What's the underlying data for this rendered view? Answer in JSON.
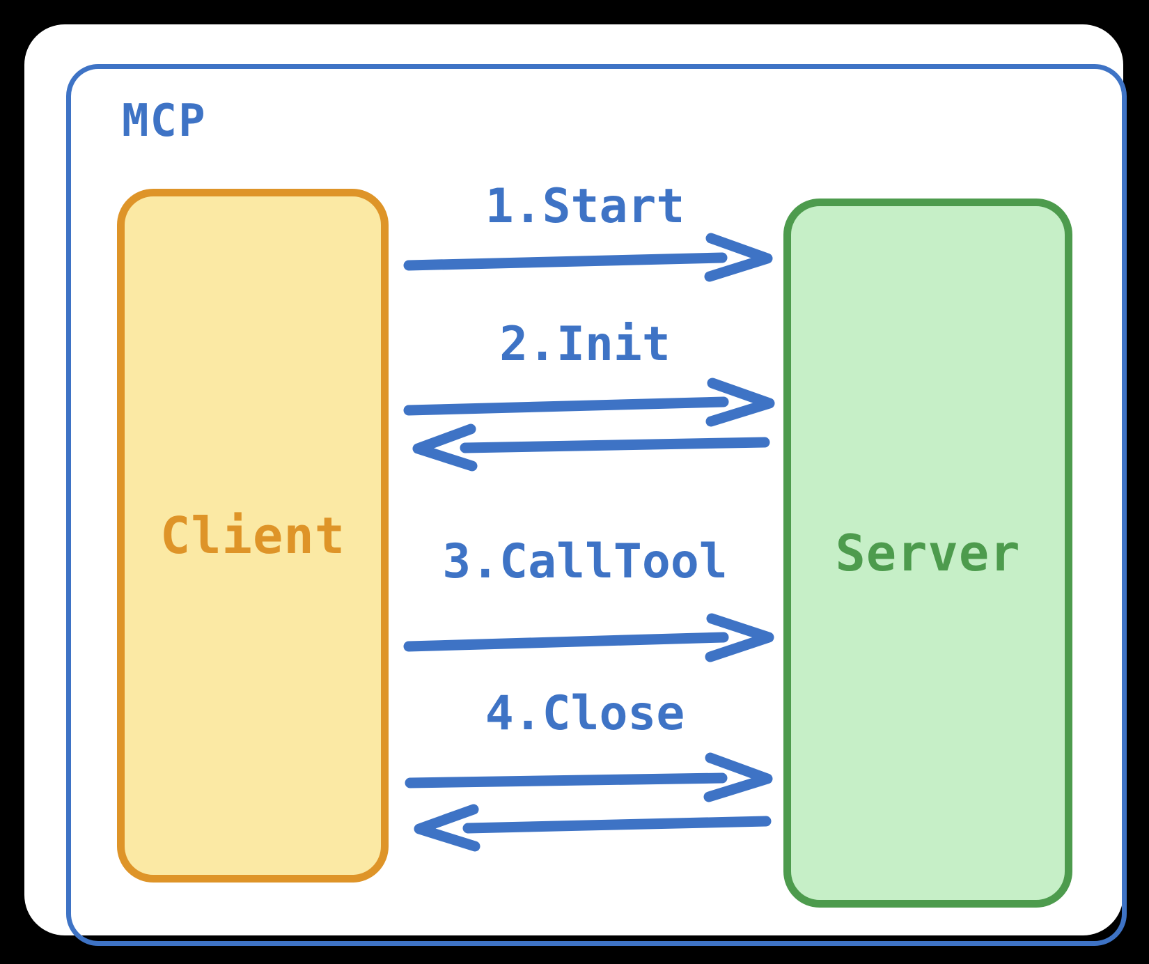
{
  "title": "MCP",
  "nodes": {
    "client": {
      "label": "Client"
    },
    "server": {
      "label": "Server"
    }
  },
  "messages": [
    {
      "label": "1.Start",
      "from": "client",
      "to": "server",
      "has_return": false
    },
    {
      "label": "2.Init",
      "from": "client",
      "to": "server",
      "has_return": true
    },
    {
      "label": "3.CallTool",
      "from": "client",
      "to": "server",
      "has_return": false
    },
    {
      "label": "4.Close",
      "from": "client",
      "to": "server",
      "has_return": true
    }
  ],
  "colors": {
    "frame-blue": "#3e73c5",
    "arrow-blue": "#3e73c5",
    "client-fill": "#fbe9a4",
    "client-border": "#de9428",
    "client-text": "#de9428",
    "server-fill": "#c6efc7",
    "server-border": "#4d9b4d",
    "server-text": "#4d9b4d",
    "canvas-bg": "#000000",
    "card-bg": "#ffffff"
  }
}
